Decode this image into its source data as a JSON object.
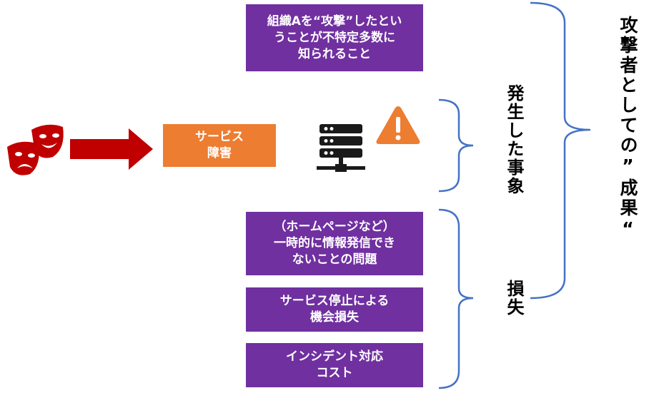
{
  "boxes": {
    "attack_known": [
      "組織Aを“攻撃”したとい",
      "うことが不特定多数に",
      "知られること"
    ],
    "service_failure": [
      "サービス",
      "障害"
    ],
    "homepage": [
      "（ホームページなど）",
      "一時的に情報発信でき",
      "ないことの問題"
    ],
    "service_stop": [
      "サービス停止による",
      "機会損失"
    ],
    "incident": [
      "インシデント対応",
      "コスト"
    ]
  },
  "labels": {
    "occurred": "発生した事象",
    "loss": "損失",
    "result": "攻撃者としての”成果“"
  },
  "colors": {
    "purple": "#7030a0",
    "orange": "#ed7d31",
    "arrow": "#c00000",
    "bracket": "#4472c4",
    "warning": "#ed7d31",
    "server": "#1a1a1a"
  },
  "icons": [
    "theater-masks-icon",
    "arrow-right-icon",
    "server-icon",
    "warning-icon"
  ]
}
